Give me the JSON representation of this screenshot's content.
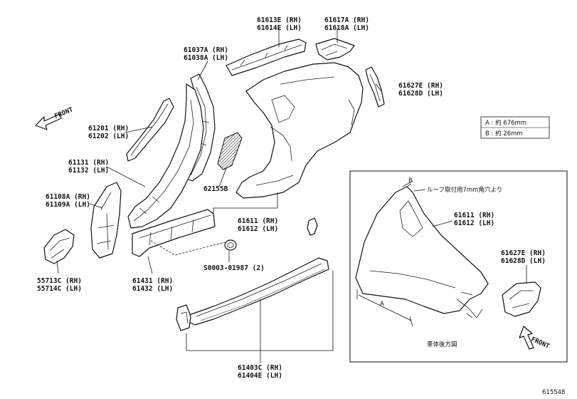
{
  "labels": {
    "p61613": [
      "61613E (RH)",
      "61614E (LH)"
    ],
    "p61617": [
      "61617A (RH)",
      "61618A (LH)"
    ],
    "p61037": [
      "61037A (RH)",
      "61038A (LH)"
    ],
    "p61627": [
      "61627E (RH)",
      "61628D (LH)"
    ],
    "p61201": [
      "61201 (RH)",
      "61202 (LH)"
    ],
    "p61131": [
      "61131 (RH)",
      "61132 (LH)"
    ],
    "p62155": [
      "62155B"
    ],
    "p61108": [
      "61108A (RH)",
      "61109A (LH)"
    ],
    "p61611": [
      "61611 (RH)",
      "61612 (LH)"
    ],
    "p55713": [
      "55713C (RH)",
      "55714C (LH)"
    ],
    "p61431": [
      "61431 (RH)",
      "61432 (LH)"
    ],
    "pS0003": [
      "S0003-01987 (2)"
    ],
    "p61403": [
      "61403C (RH)",
      "61404E (LH)"
    ],
    "inset61611": [
      "61611 (RH)",
      "61612 (LH)"
    ],
    "inset61627": [
      "61627E (RH)",
      "61628D (LH)"
    ]
  },
  "legend": {
    "rowA": "A : 約 676mm",
    "rowB": "B : 約 26mm"
  },
  "inset": {
    "callout_b": "B",
    "callout_a": "A",
    "roof_note": "ルーフ取付用7mm角穴より",
    "caption": "車体後方図"
  },
  "front_label": "FRONT",
  "figure_id": "615548",
  "colors": {
    "ink": "#111111",
    "paper": "#ffffff"
  },
  "icons": {
    "front_arrow": "front-arrow-icon"
  }
}
